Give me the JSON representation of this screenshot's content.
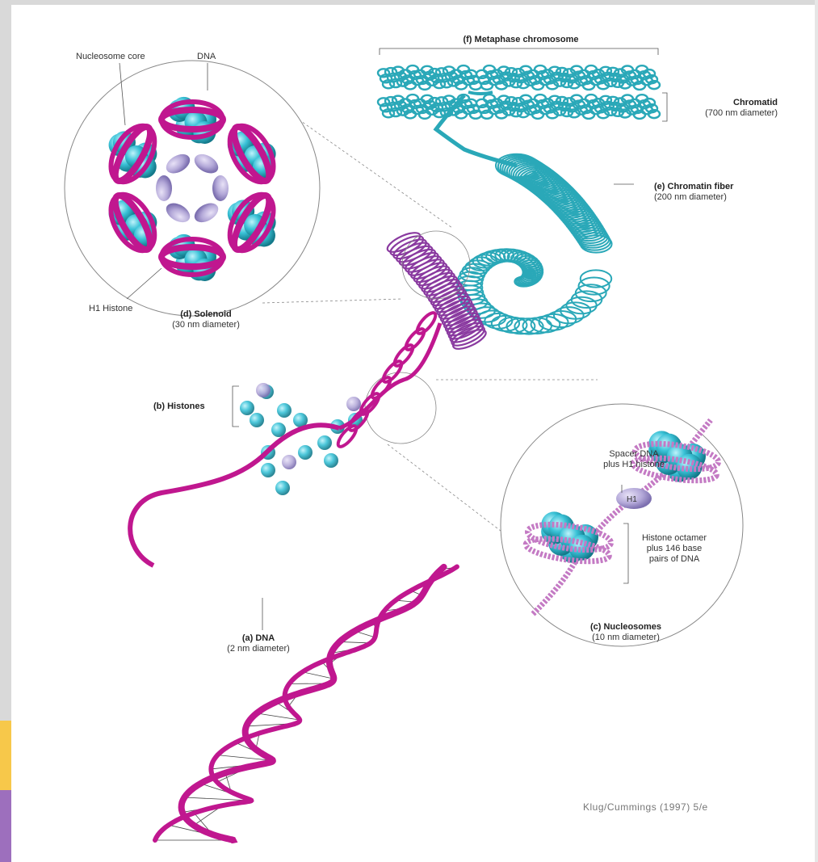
{
  "labels": {
    "nucleosome_core": "Nucleosome core",
    "dna_top": "DNA",
    "h1_histone": "H1 Histone",
    "solenoid_title": "(d) Solenoid",
    "solenoid_sub": "(30 nm diameter)",
    "metaphase_title": "(f) Metaphase chromosome",
    "chromatid_title": "Chromatid",
    "chromatid_sub": "(700 nm diameter)",
    "fiber_title": "(e) Chromatin fiber",
    "fiber_sub": "(200 nm diameter)",
    "histones_title": "(b) Histones",
    "spacer_line1": "Spacer DNA",
    "spacer_line2": "plus H1 histone",
    "h1_bead": "H1",
    "octamer_line1": "Histone octamer",
    "octamer_line2": "plus 146 base",
    "octamer_line3": "pairs of DNA",
    "nucleosomes_title": "(c) Nucleosomes",
    "nucleosomes_sub": "(10 nm diameter)",
    "dna_title": "(a) DNA",
    "dna_sub": "(2 nm diameter)",
    "credit": "Klug/Cummings (1997) 5/e"
  },
  "colors": {
    "dna": "#c0178f",
    "histone": "#39c1d6",
    "h1": "#b3a8d8",
    "chromatin": "#2aa8b8",
    "sidebar_yellow": "#f7c84a",
    "sidebar_purple": "#9d6fbd"
  }
}
